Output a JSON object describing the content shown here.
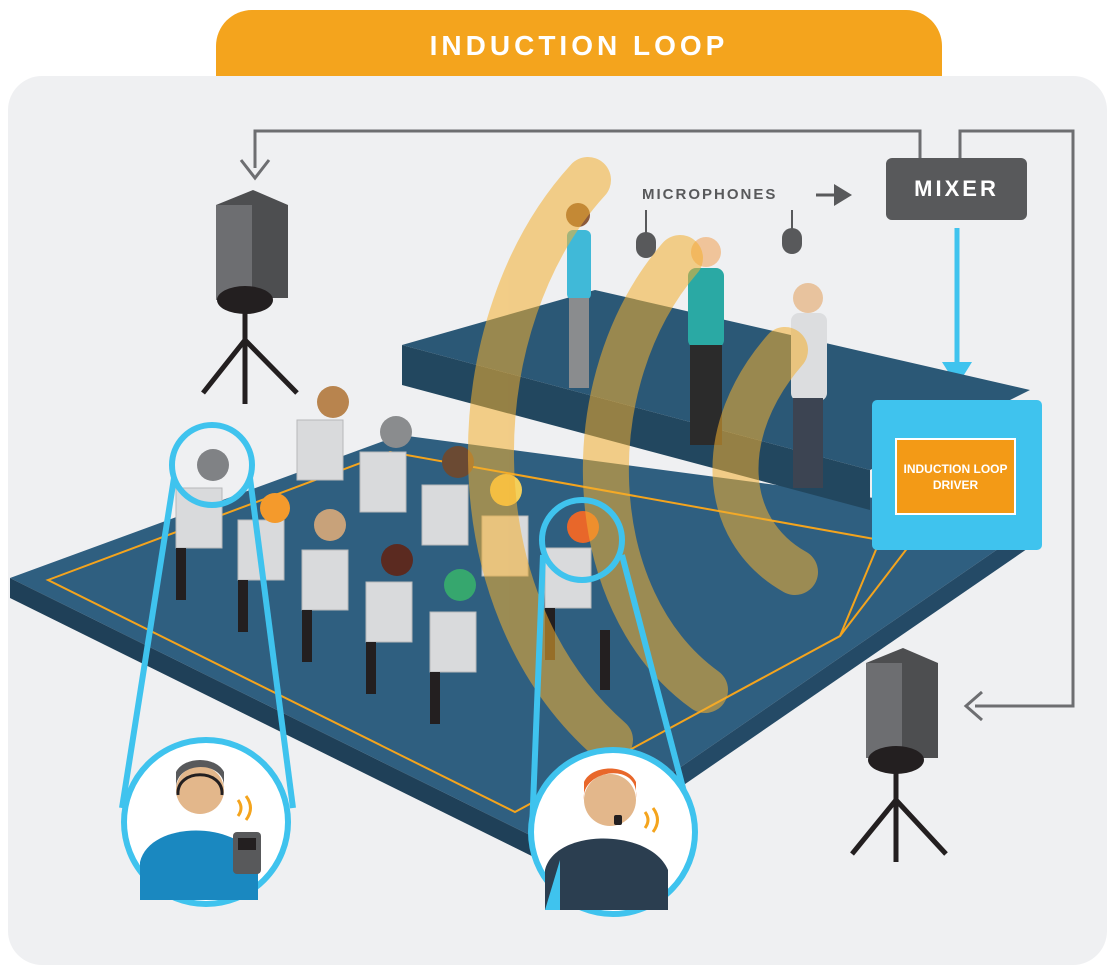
{
  "title": "INDUCTION LOOP",
  "labels": {
    "microphones": "MICROPHONES",
    "mixer": "MIXER",
    "driver": "INDUCTION LOOP DRIVER"
  },
  "colors": {
    "title_bar": "#f4a41d",
    "background_panel": "#eff0f2",
    "stage_floor": "#2f5f80",
    "stage_edge": "#1f4058",
    "loop_wire": "#f4a41d",
    "signal_arrow": "#3fc3ee",
    "wave": "#f4b030",
    "speaker": "#58595b",
    "driver_box": "#3fc3ee",
    "driver_label": "#f39a16",
    "seat": "#d9dadc"
  },
  "icons": [
    "speaker-left-icon",
    "speaker-right-icon",
    "microphone-icon",
    "arrow-right-icon",
    "hearing-loop-wave-icon",
    "hearing-aid-receiver-icon"
  ]
}
